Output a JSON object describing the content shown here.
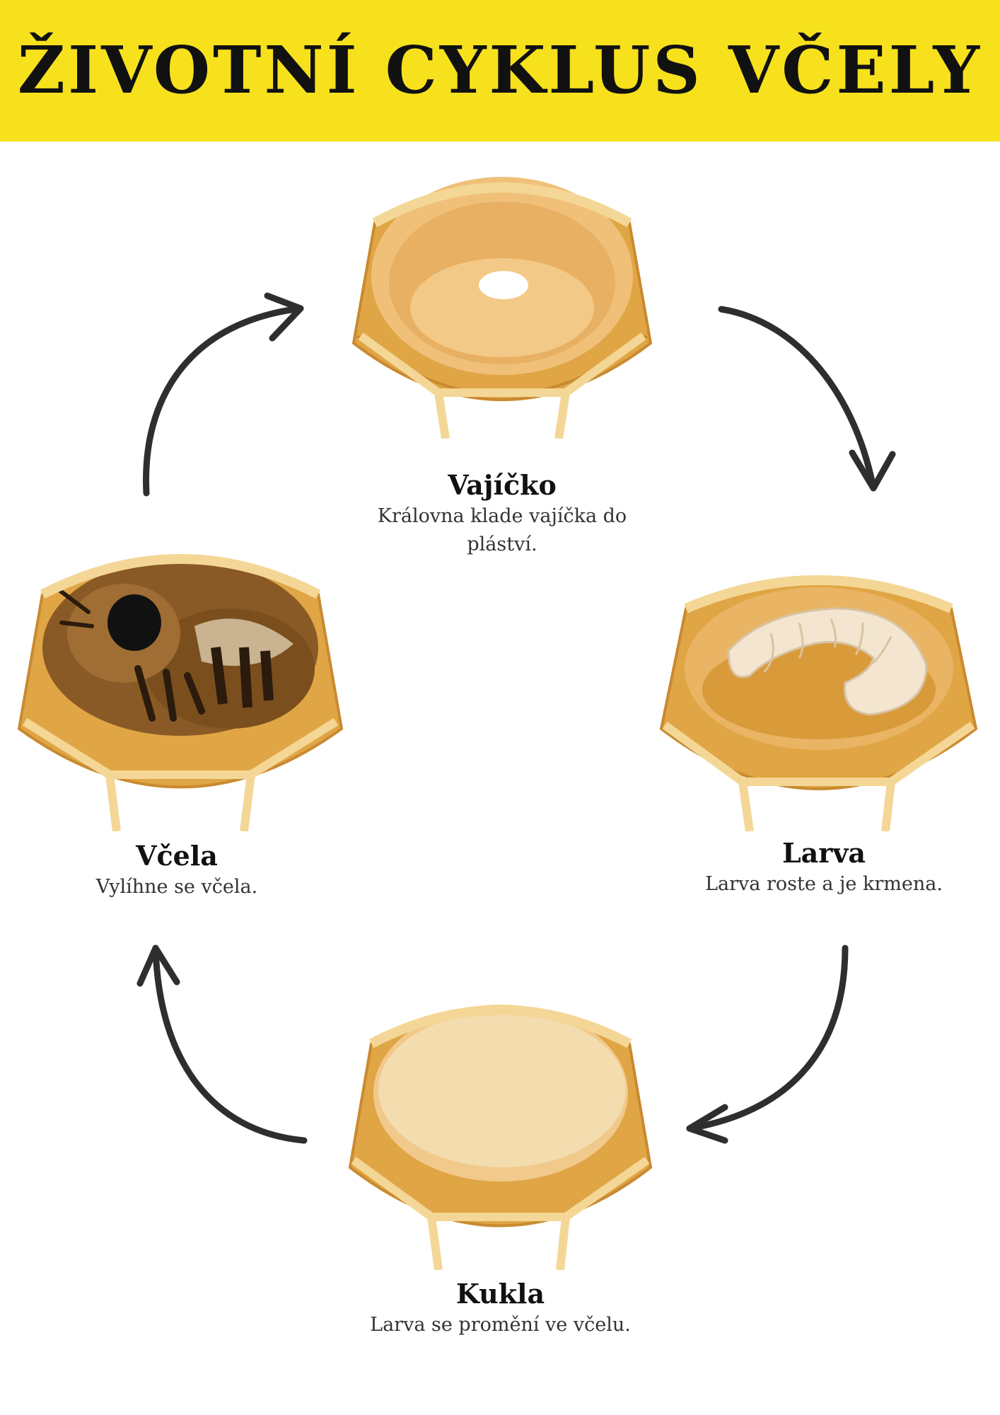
{
  "title": "ŽIVOTNÍ CYKLUS VČELY",
  "stages": [
    {
      "name": "Vajíčko",
      "description": "Královna klade vajíčka do pláství."
    },
    {
      "name": "Larva",
      "description": "Larva roste a je krmena."
    },
    {
      "name": "Kukla",
      "description": "Larva se promění ve včelu."
    },
    {
      "name": "Včela",
      "description": "Vylíhne se včela."
    }
  ],
  "colors": {
    "banner": "#f7e11d",
    "wax": "#e2a94a",
    "wax_dark": "#b87424",
    "rim": "#f4d796",
    "arrow": "#2e2e2e"
  }
}
